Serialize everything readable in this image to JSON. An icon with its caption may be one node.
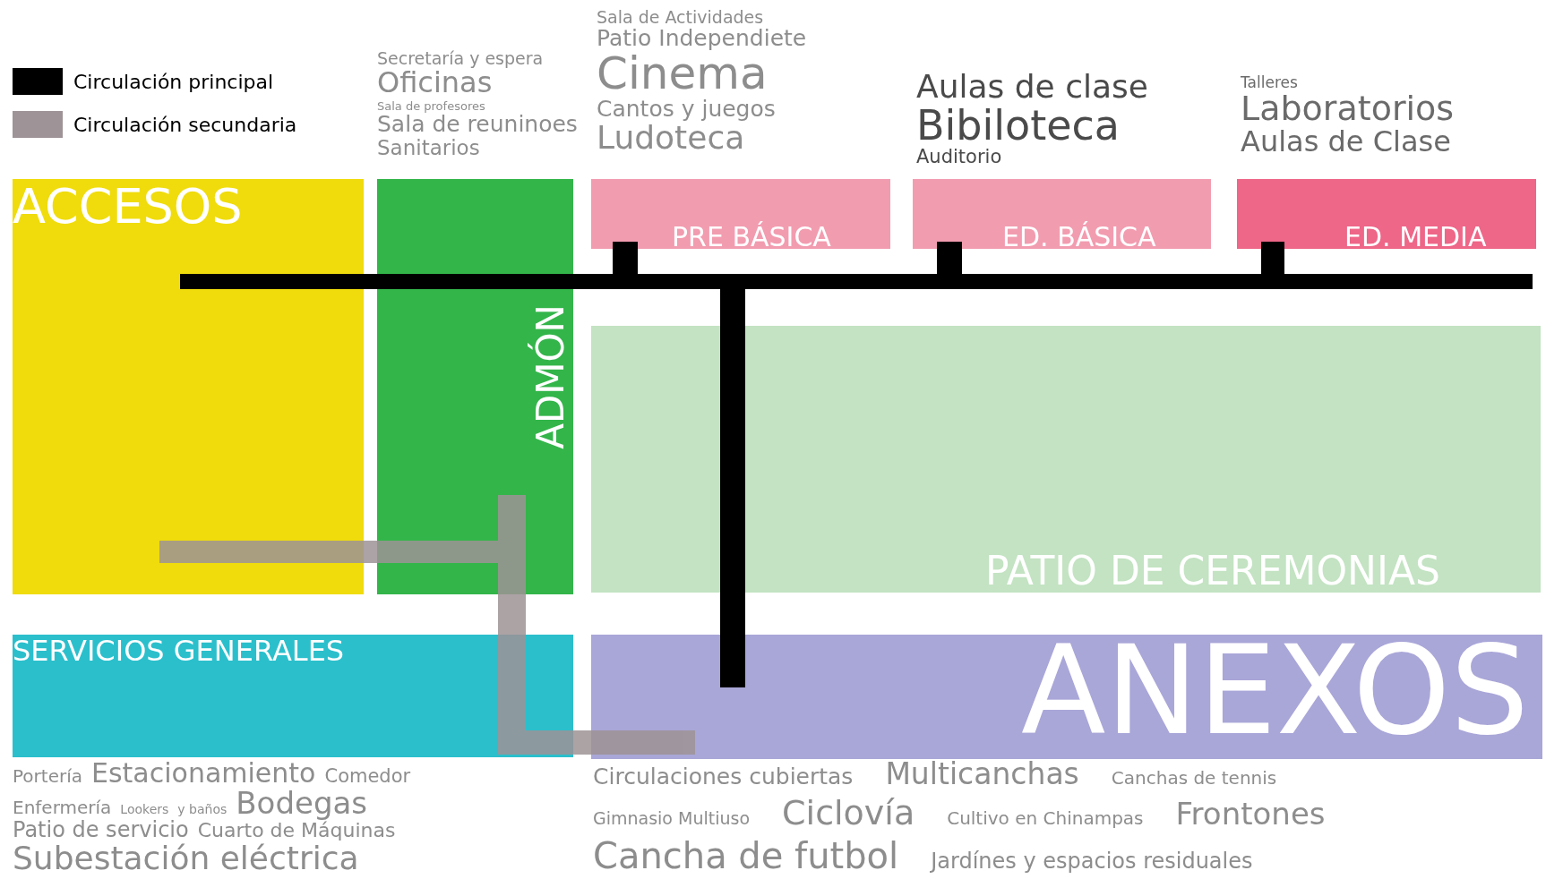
{
  "diagram": {
    "nodes": [
      {
        "text": [
          "ACCESOS"
        ]
      },
      {
        "text": [
          "ADMÓN"
        ],
        "beside": [
          "Secretaría y espera",
          "Oficinas",
          "Sala de profesores",
          "Sala de reuninoes",
          "Sanitarios"
        ]
      },
      {
        "text": [
          "PRE BÁSICA"
        ],
        "beside": [
          "Sala de Actividades",
          "Patio Independiete",
          "Cinema",
          "Cantos y juegos",
          "Ludoteca"
        ]
      },
      {
        "text": [
          "ED. BÁSICA"
        ],
        "beside": [
          "Aulas de clase",
          "Bibiloteca",
          "Auditorio"
        ]
      },
      {
        "text": [
          "ED. MEDIA"
        ],
        "beside": [
          "Talleres",
          "Laboratorios",
          "Aulas de Clase"
        ]
      },
      {
        "text": [
          "PATIO DE CEREMONIAS"
        ]
      },
      {
        "text": [
          "SERVICIOS GENERALES"
        ],
        "beside": [
          "Portería",
          "Estacionamiento",
          "Comedor",
          "Enfermería",
          "Lookers",
          "y baños",
          "Bodegas",
          "Patio de servicio",
          "Cuarto de Máquinas",
          "Subestación eléctrica"
        ]
      },
      {
        "text": [
          "ANEXOS"
        ],
        "beside": [
          "Circulaciones cubiertas",
          "Multicanchas",
          "Canchas de tennis",
          "Gimnasio Multiuso",
          "Ciclovía",
          "Cultivo en Chinampas",
          "Frontones",
          "Cancha de futbol",
          "Jardínes y espacios residuales"
        ]
      }
    ],
    "legend": [
      {
        "text": "Circulación principal",
        "color": "#000000"
      },
      {
        "text": "Circulación secundaria",
        "color": "#9e9396"
      }
    ]
  }
}
